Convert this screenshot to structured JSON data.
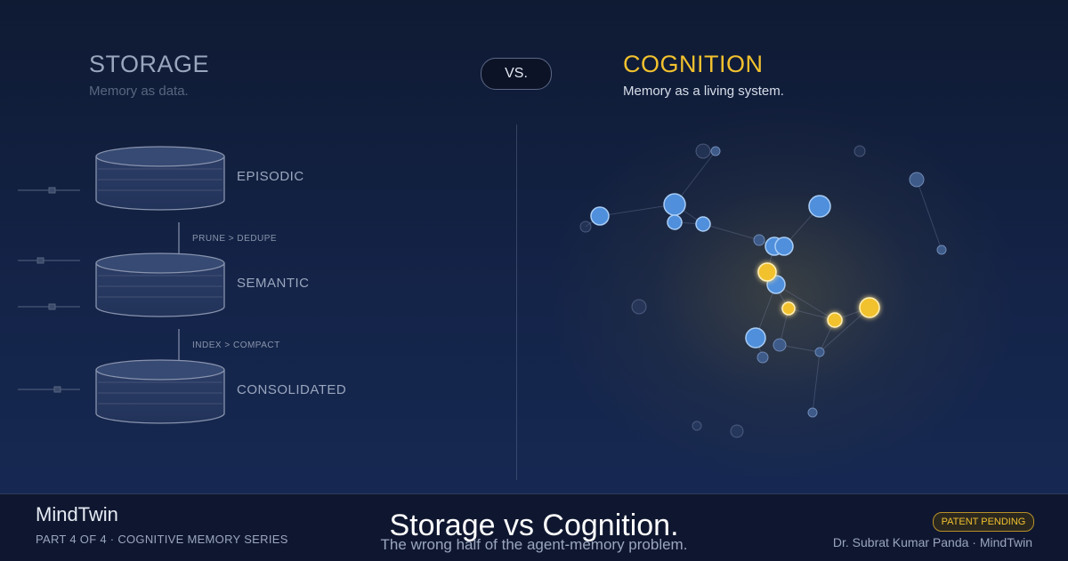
{
  "left": {
    "title": "STORAGE",
    "subtitle": "Memory as data.",
    "layers": [
      {
        "label": "EPISODIC"
      },
      {
        "label": "SEMANTIC"
      },
      {
        "label": "CONSOLIDATED"
      }
    ],
    "steps": [
      {
        "from": "PRUNE",
        "arrow": ">",
        "to": "DEDUPE"
      },
      {
        "from": "INDEX",
        "arrow": ">",
        "to": "COMPACT"
      }
    ]
  },
  "vs_label": "VS.",
  "right": {
    "title": "COGNITION",
    "subtitle": "Memory as a living system."
  },
  "footer": {
    "brand": "MindTwin",
    "series": "PART 4 OF 4  ·  COGNITIVE MEMORY SERIES",
    "main_title": "Storage vs Cognition.",
    "main_subtitle": "The wrong half of the agent-memory problem.",
    "badge": "PATENT PENDING",
    "author": "Dr. Subrat Kumar Panda  ·  MindTwin"
  },
  "colors": {
    "accent_gold": "#f2c12e",
    "node_blue": "#4f8fdc",
    "text_muted": "#9aa6bd",
    "background": "#142449"
  }
}
